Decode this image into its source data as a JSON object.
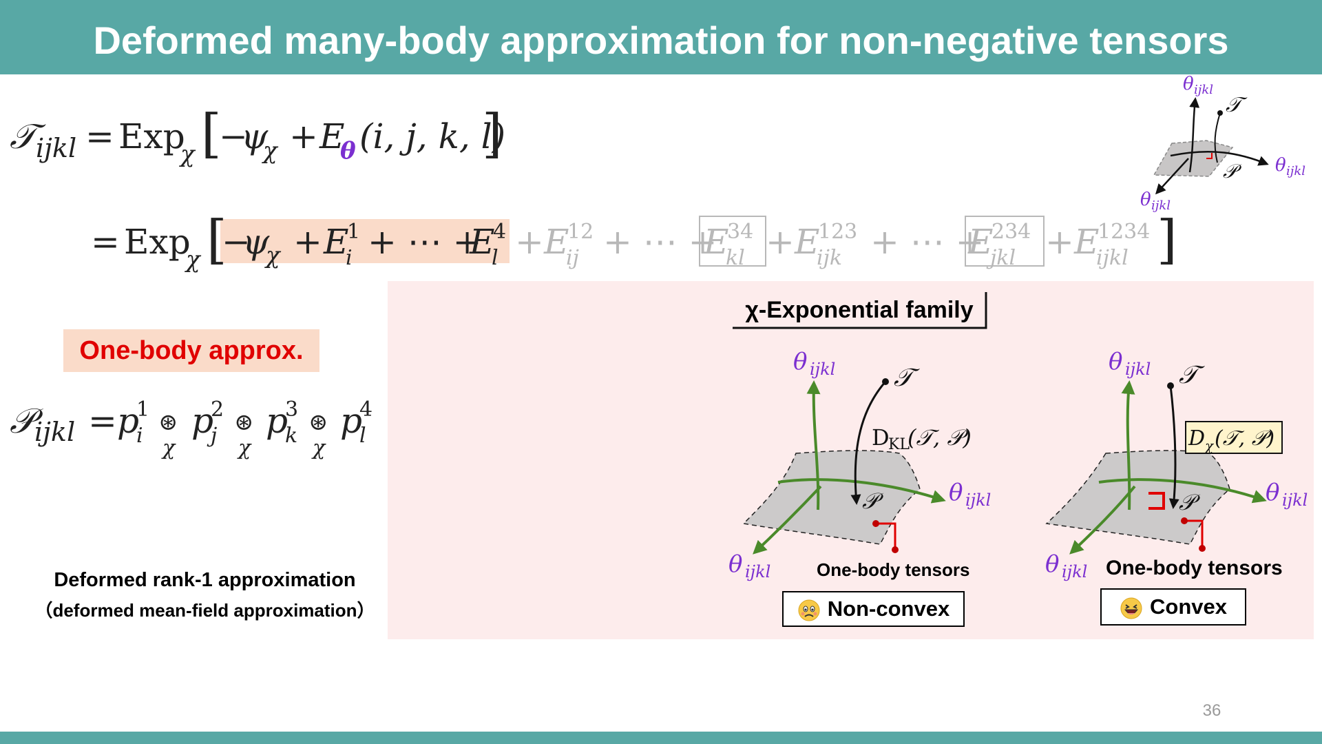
{
  "slide": {
    "title": "Deformed many-body approximation for non-negative tensors",
    "page_number": "36"
  },
  "left": {
    "one_body_label": "One-body approx.",
    "caption_line1": "Deformed rank-1 approximation",
    "caption_line2": "（deformed mean-field approximation）"
  },
  "panel": {
    "family_title": "χ-Exponential family",
    "left_diagram": {
      "divergence_label": "D_KL(T,P)",
      "tensors_label": "One-body tensors",
      "verdict_label": "Non-convex",
      "verdict_icon": "worried-face-icon"
    },
    "right_diagram": {
      "divergence_label": "D_χ(T,P)",
      "tensors_label": "One-body tensors",
      "verdict_label": "Convex",
      "verdict_icon": "grinning-face-icon"
    }
  },
  "colors": {
    "header": "#58a8a5",
    "highlight": "#fadbc9",
    "panel_bg": "#fdecec",
    "theta_purple": "#7b2fd0",
    "axis_green": "#4a8a2a",
    "red_label": "#e00000"
  }
}
